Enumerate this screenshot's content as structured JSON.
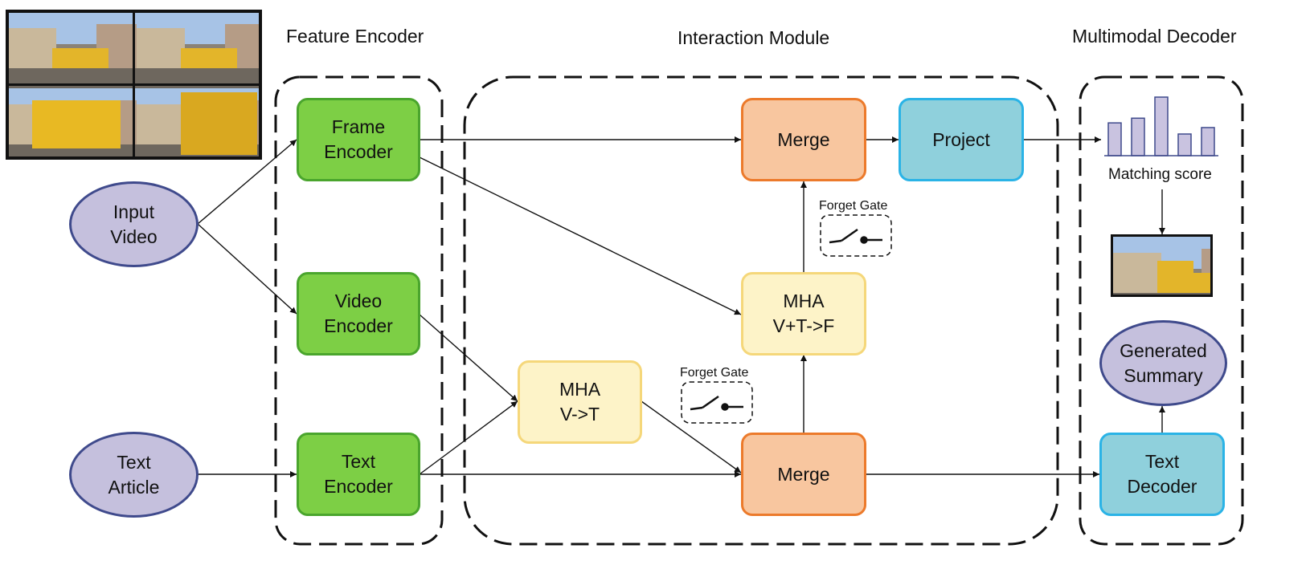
{
  "sections": {
    "feature_encoder": "Feature Encoder",
    "interaction_module": "Interaction Module",
    "multimodal_decoder": "Multimodal Decoder"
  },
  "inputs": {
    "video": "Input\nVideo",
    "text": "Text\nArticle"
  },
  "encoders": {
    "frame": "Frame\nEncoder",
    "video": "Video\nEncoder",
    "text": "Text\nEncoder"
  },
  "interaction": {
    "mha_vt": "MHA\nV->T",
    "mha_vtf": "MHA\nV+T->F",
    "merge_top": "Merge",
    "merge_bottom": "Merge",
    "project": "Project",
    "forget_gate_top": "Forget Gate",
    "forget_gate_bottom": "Forget Gate"
  },
  "decoder": {
    "matching_score": "Matching score",
    "text_decoder": "Text\nDecoder",
    "generated_summary": "Generated\nSummary"
  },
  "colors": {
    "encoder": "#7dcf45",
    "mha": "#fdf3c8",
    "merge": "#f8c69f",
    "project": "#8fd0dc",
    "ellipse": "#c5c0dd",
    "bars": "#c9c3e0"
  },
  "matching_score_bars": [
    0.56,
    0.64,
    1.0,
    0.37,
    0.48
  ]
}
